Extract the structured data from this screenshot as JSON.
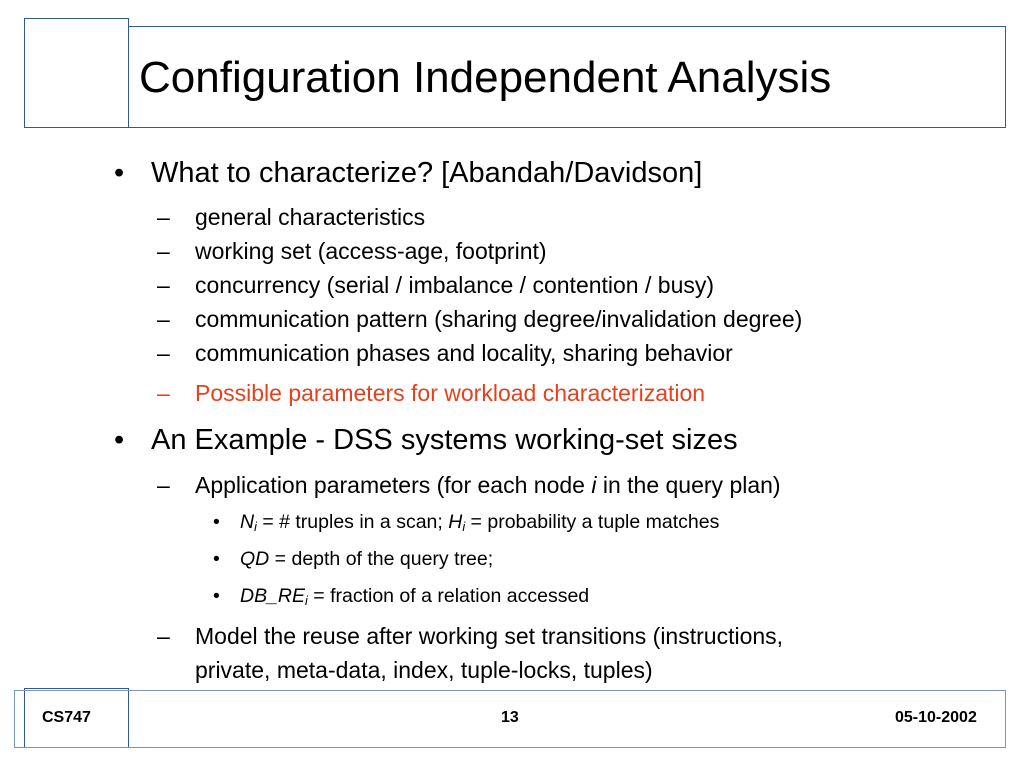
{
  "slide": {
    "title": "Configuration Independent Analysis",
    "bullets": [
      {
        "marker": "•",
        "text": "What to characterize? [Abandah/Davidson]",
        "subitems": [
          {
            "marker": "–",
            "text": "general characteristics"
          },
          {
            "marker": "–",
            "text": "working set (access-age, footprint)"
          },
          {
            "marker": "–",
            "text": "concurrency (serial / imbalance / contention / busy)"
          },
          {
            "marker": "–",
            "text": "communication pattern (sharing degree/invalidation degree)"
          },
          {
            "marker": "–",
            "text": "communication phases and locality, sharing behavior"
          },
          {
            "marker": "–",
            "text": "Possible parameters for workload characterization",
            "color": "#e8401c"
          }
        ]
      },
      {
        "marker": "•",
        "text": "An Example - DSS systems working-set sizes",
        "subitems": [
          {
            "marker": "–",
            "text_before": "Application parameters (for each node ",
            "text_italic": "i",
            "text_after": " in the query plan)"
          },
          {
            "marker": "–",
            "line1": "Model the reuse after working set transitions (instructions,",
            "line2": "private, meta-data, index, tuple-locks, tuples)"
          }
        ],
        "params": [
          {
            "marker": "•",
            "var1": "N",
            "sub1": "i",
            "mid": " = # truples in a scan; ",
            "var2": "H",
            "sub2": "i",
            "rest": " = probability a tuple matches"
          },
          {
            "marker": "•",
            "var": "QD",
            "rest": " = depth of the query tree;"
          },
          {
            "marker": "•",
            "var": "DB_RE",
            "sub": "i",
            "rest": " = fraction of a relation accessed"
          }
        ]
      }
    ]
  },
  "footer": {
    "left": "CS747",
    "center": "13",
    "right": "05-10-2002"
  },
  "colors": {
    "frame": "#2e5a9c",
    "highlight": "#e8401c"
  }
}
